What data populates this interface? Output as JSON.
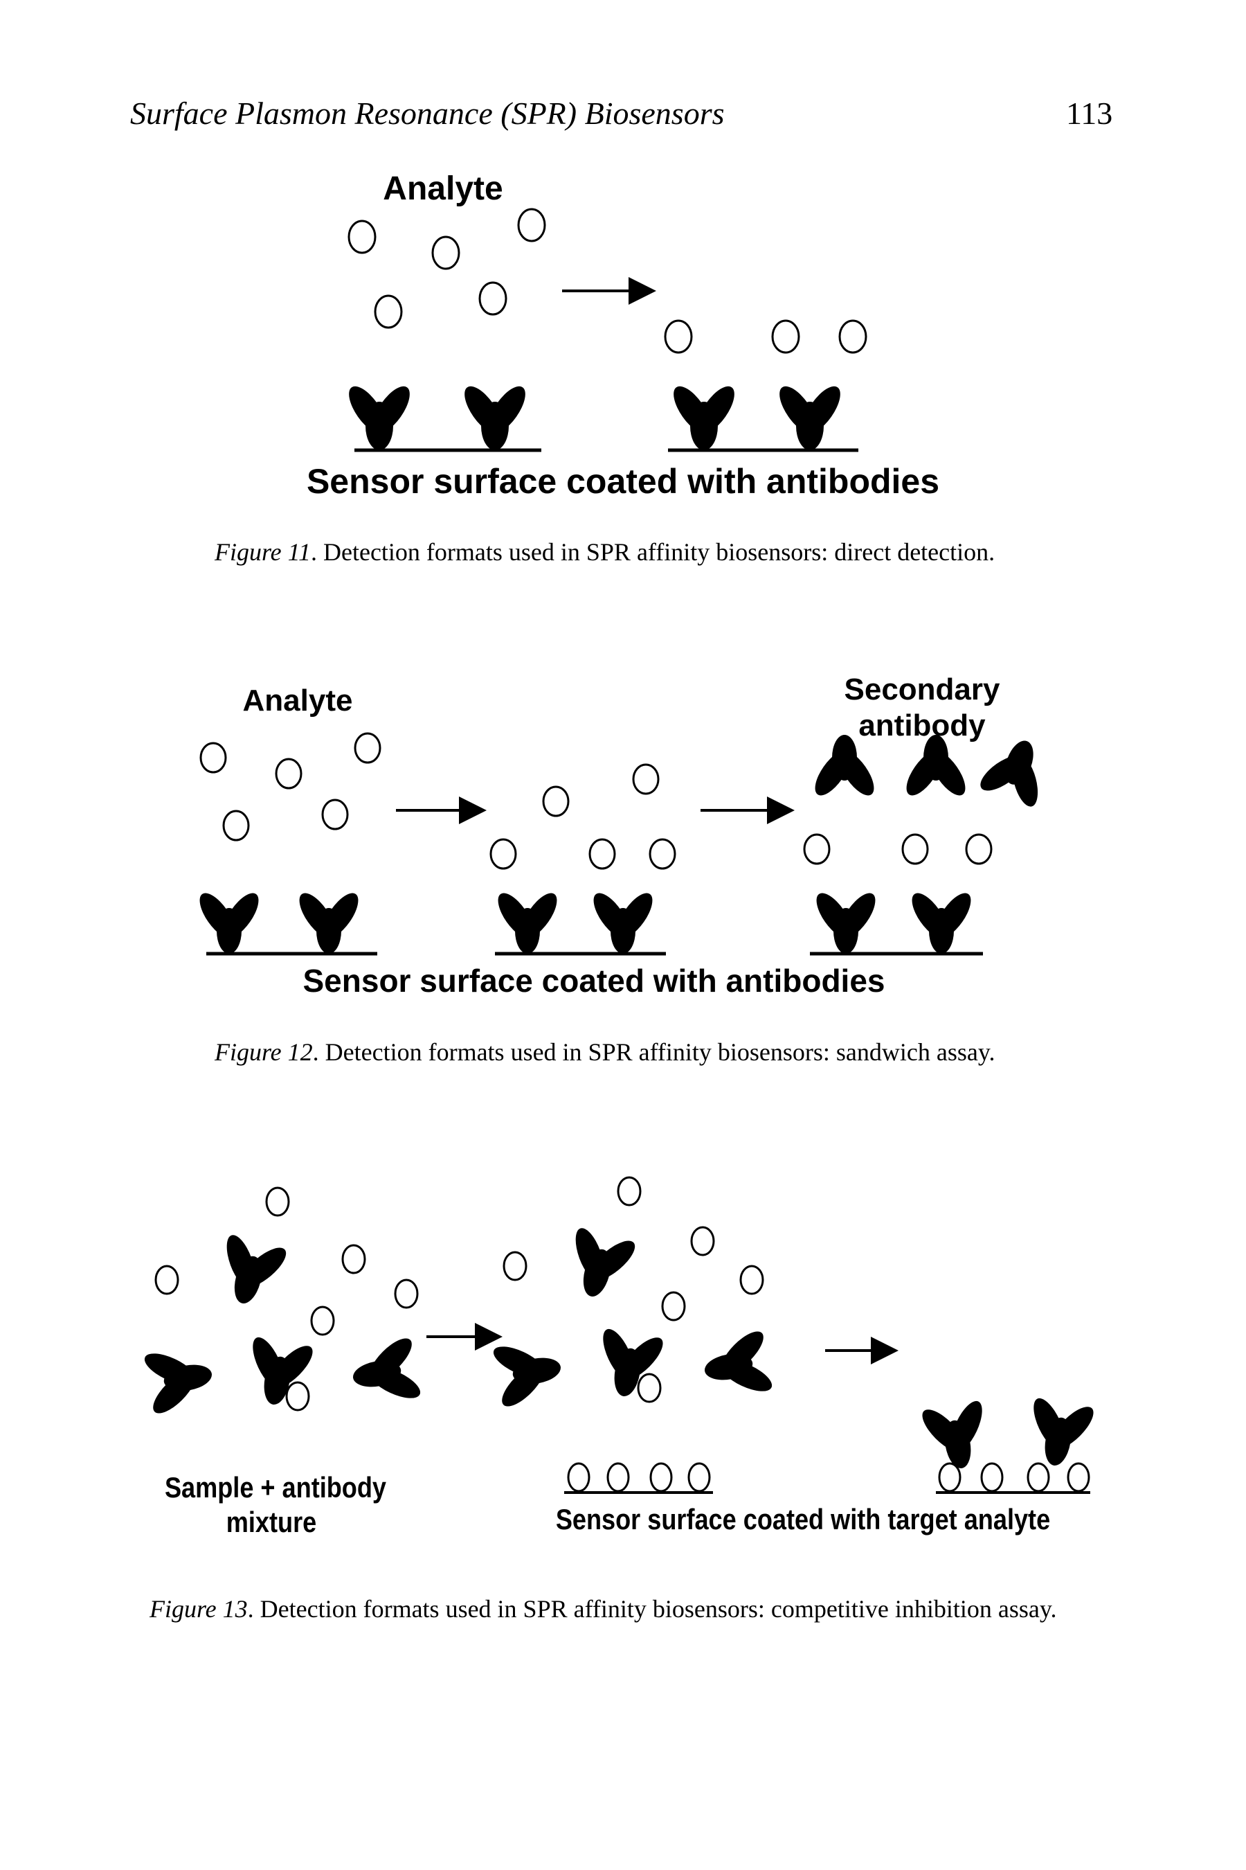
{
  "header": {
    "running_title": "Surface Plasmon Resonance (SPR) Biosensors",
    "page_number": "113"
  },
  "figure11": {
    "label_analyte": "Analyte",
    "label_surface": "Sensor surface coated with antibodies",
    "caption_fig": "Figure 11",
    "caption_text": ". Detection formats used in SPR affinity biosensors: direct detection."
  },
  "figure12": {
    "label_analyte": "Analyte",
    "label_secondary_1": "Secondary",
    "label_secondary_2": "antibody",
    "label_surface": "Sensor surface coated with antibodies",
    "caption_fig": "Figure 12",
    "caption_text": ". Detection formats used in SPR affinity biosensors: sandwich assay."
  },
  "figure13": {
    "label_sample_1": "Sample + antibody",
    "label_sample_2": "mixture",
    "label_surface": "Sensor surface coated with target analyte",
    "caption_fig": "Figure 13",
    "caption_text": ". Detection formats used in SPR affinity biosensors: competitive inhibition assay."
  }
}
